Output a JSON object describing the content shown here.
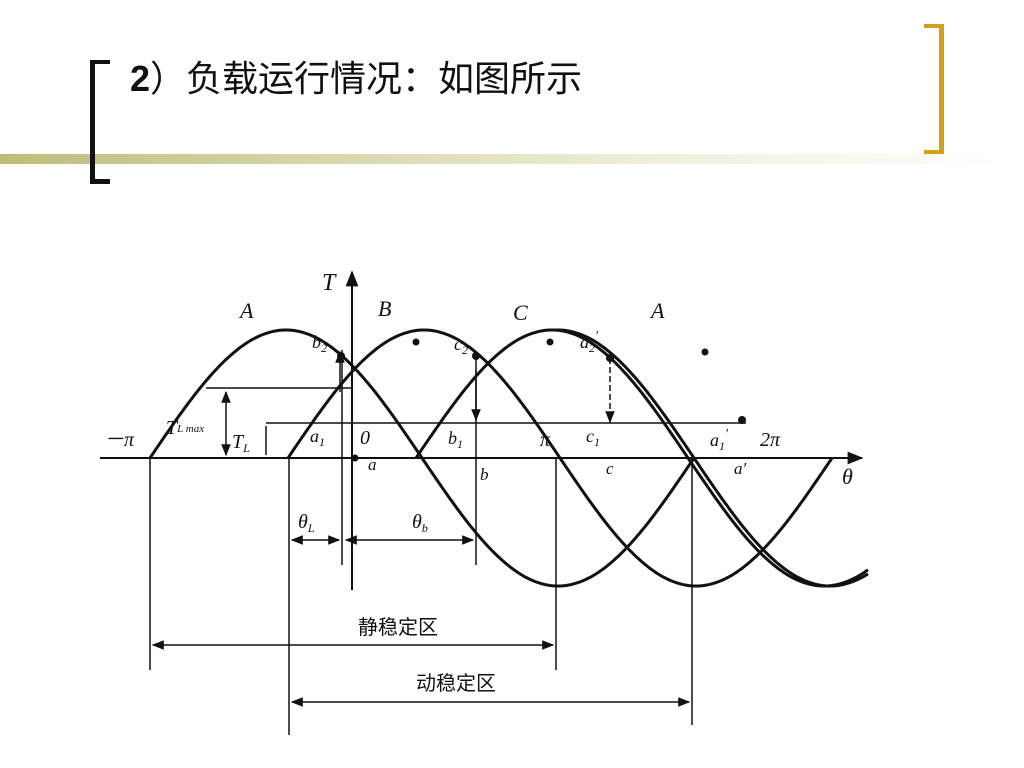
{
  "slide": {
    "title_number": "2",
    "title_text": "）负载运行情况：如图所示"
  },
  "diagram": {
    "axis_t": "T",
    "axis_theta": "θ",
    "curve_A": "A",
    "curve_B": "B",
    "curve_C": "C",
    "curve_A2": "A",
    "tick_neg_pi": "－π",
    "tick_zero": "0",
    "tick_pi": "π",
    "tick_2pi": "2π",
    "tl_max_main": "T",
    "tl_max_sub": "L max",
    "tl_main": "T",
    "tl_sub": "L",
    "pt_a1": "a",
    "pt_a1_sub": "1",
    "pt_b1": "b",
    "pt_b1_sub": "1",
    "pt_c1": "c",
    "pt_c1_sub": "1",
    "pt_a1p": "a",
    "pt_a1p_sub": "1",
    "pt_a1p_prime": "′",
    "pt_b2": "b",
    "pt_b2_sub": "2",
    "pt_c2": "c",
    "pt_c2_sub": "2",
    "pt_a2p": "a",
    "pt_a2p_sub": "2",
    "pt_a2p_prime": "′",
    "pt_a": "a",
    "pt_b": "b",
    "pt_c": "c",
    "pt_ap": "a′",
    "theta_l_main": "θ",
    "theta_l_sub": "L",
    "theta_b_main": "θ",
    "theta_b_sub": "b",
    "zone_static": "静稳定区",
    "zone_dynamic": "动稳定区"
  }
}
